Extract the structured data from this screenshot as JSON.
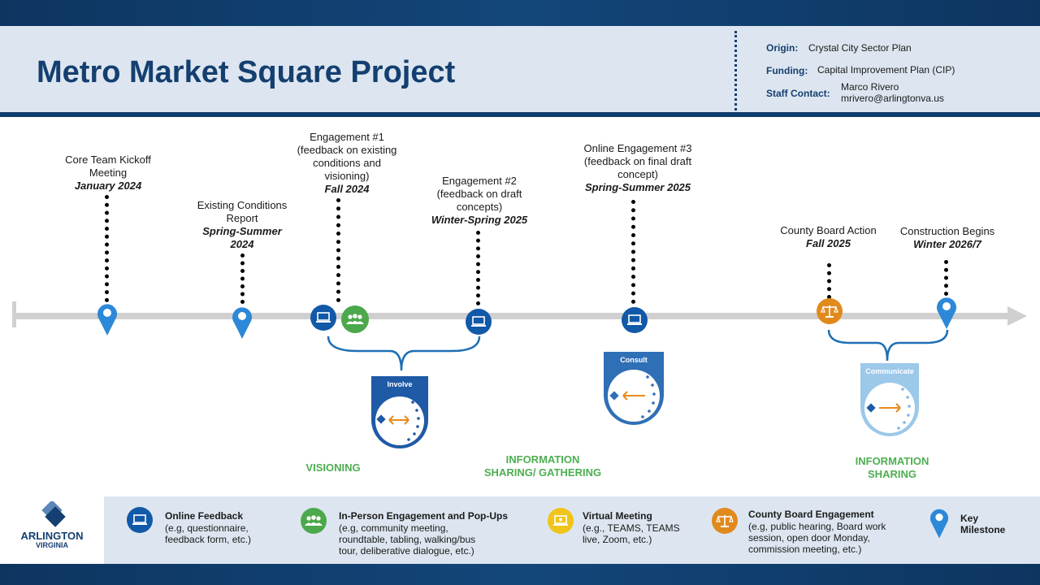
{
  "header": {
    "title": "Metro Market Square Project",
    "origin_label": "Origin:",
    "origin_value": "Crystal City Sector Plan",
    "funding_label": "Funding:",
    "funding_value": "Capital Improvement Plan (CIP)",
    "staff_label": "Staff Contact:",
    "staff_name": "Marco Rivero",
    "staff_email": "mrivero@arlingtonva.us"
  },
  "events": [
    {
      "lines": [
        "Core Team Kickoff",
        "Meeting"
      ],
      "when": "January 2024",
      "icon": "key-milestone-pin"
    },
    {
      "lines": [
        "Existing Conditions",
        "Report"
      ],
      "when": [
        "Spring-Summer",
        "2024"
      ],
      "icon": "key-milestone-pin"
    },
    {
      "lines": [
        "Engagement #1",
        "(feedback  on existing",
        "conditions and",
        "visioning)"
      ],
      "when": "Fall 2024",
      "icon": [
        "laptop-icon",
        "people-icon"
      ]
    },
    {
      "lines": [
        "Engagement #2",
        "(feedback  on draft",
        "concepts)"
      ],
      "when": "Winter-Spring 2025",
      "icon": "laptop-icon"
    },
    {
      "lines": [
        "Online Engagement #3",
        "(feedback  on final draft",
        "concept)"
      ],
      "when": "Spring-Summer 2025",
      "icon": "laptop-icon"
    },
    {
      "lines": [
        "County Board Action"
      ],
      "when": "Fall 2025",
      "icon": "scales-icon"
    },
    {
      "lines": [
        "Construction Begins"
      ],
      "when": "Winter 2026/7",
      "icon": "key-milestone-pin"
    }
  ],
  "badges": {
    "involve": "Involve",
    "consult": "Consult",
    "communicate": "Communicate"
  },
  "phases": {
    "visioning": "VISIONING",
    "info_gathering": [
      "INFORMATION",
      "SHARING/ GATHERING"
    ],
    "info_sharing": [
      "INFORMATION",
      "SHARING"
    ]
  },
  "legend": {
    "online_title": "Online Feedback",
    "online_desc": [
      "(e.g, questionnaire,",
      "feedback form, etc.)"
    ],
    "inperson_title": "In-Person Engagement and Pop-Ups",
    "inperson_desc": [
      "(e.g, community meeting,",
      "roundtable, tabling, walking/bus",
      "tour, deliberative dialogue, etc.)"
    ],
    "virtual_title": "Virtual Meeting",
    "virtual_desc": [
      "(e.g., TEAMS, TEAMS",
      "live, Zoom, etc.)"
    ],
    "board_title": "County Board Engagement",
    "board_desc": [
      "(e.g, public hearing, Board work",
      "session, open door Monday,",
      "commission meeting, etc.)"
    ],
    "milestone_title": [
      "Key",
      "Milestone"
    ]
  },
  "logo": {
    "line1": "ARLINGTON",
    "line2": "VIRGINIA"
  },
  "colors": {
    "navy": "#143f70",
    "blue": "#1259a8",
    "green": "#4caf50",
    "orange": "#e08a1e",
    "yellow": "#f0c419",
    "header_bg": "#dde6f0"
  }
}
